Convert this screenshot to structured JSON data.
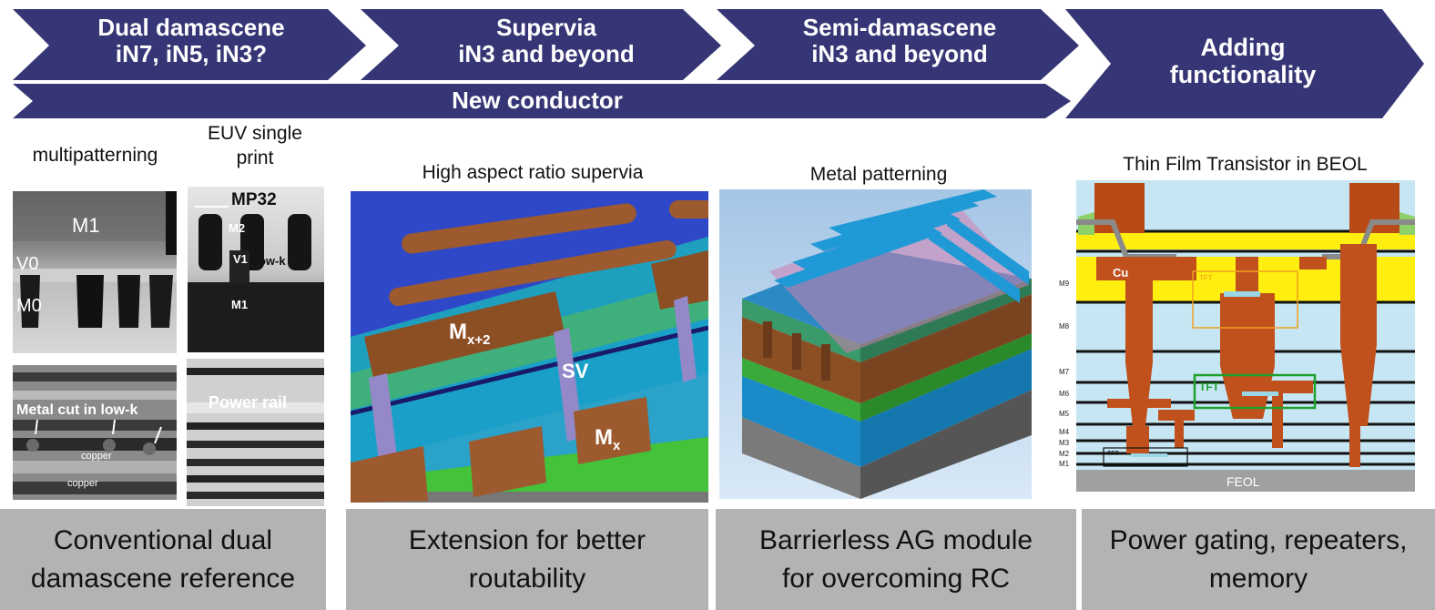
{
  "chevrons": {
    "dual": {
      "line1": "Dual damascene",
      "line2": "iN7, iN5, iN3?"
    },
    "supervia": {
      "line1": "Supervia",
      "line2": "iN3 and beyond"
    },
    "semi": {
      "line1": "Semi-damascene",
      "line2": "iN3 and beyond"
    },
    "adding": {
      "line1": "Adding",
      "line2": "functionality"
    },
    "new_conductor": "New conductor"
  },
  "colors": {
    "chevron": "#363676",
    "footer": "#b3b3b3"
  },
  "column_labels": {
    "multipatterning": "multipatterning",
    "euv_line1": "EUV single",
    "euv_line2": "print",
    "supervia": "High aspect ratio supervia",
    "metal": "Metal patterning",
    "tft": "Thin Film Transistor in BEOL"
  },
  "sem1": {
    "m1": "M1",
    "v0": "V0",
    "m0": "M0"
  },
  "sem2": {
    "mp32": "MP32",
    "m2": "M2",
    "v1": "V1",
    "lowk": "Low-k",
    "m1": "M1"
  },
  "sem3": {
    "cut": "Metal cut in low-k",
    "copper1": "copper",
    "copper2": "copper"
  },
  "sem4": {
    "power": "Power rail"
  },
  "supervia_panel": {
    "mx2": "M",
    "mx2_sub": "x+2",
    "sv": "SV",
    "mx": "M",
    "mx_sub": "x"
  },
  "tft_panel": {
    "cu": "Cu",
    "tft_small": "TFT",
    "tft_green": "TFT",
    "tft_low": "TFT",
    "feol": "FEOL",
    "levels": [
      "M9",
      "M8",
      "M7",
      "M6",
      "M5",
      "M4",
      "M3",
      "M2",
      "M1"
    ]
  },
  "footers": {
    "f1": {
      "line1": "Conventional dual",
      "line2": "damascene reference"
    },
    "f2": {
      "line1": "Extension for better",
      "line2": "routability"
    },
    "f3": {
      "line1": "Barrierless AG module",
      "line2": "for overcoming RC"
    },
    "f4": {
      "line1": "Power gating, repeaters,",
      "line2": "memory"
    }
  }
}
